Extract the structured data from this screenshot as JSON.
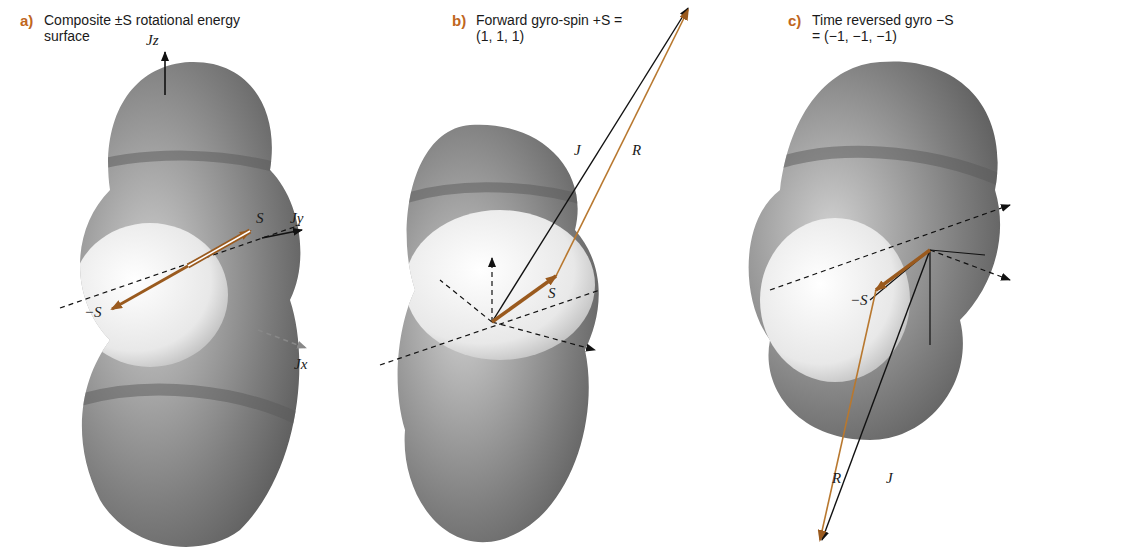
{
  "diagram": {
    "labels": [
      "a)",
      "Composite ±S rotational energy surface",
      "Jz",
      "Jy",
      "Jx",
      "S",
      "−S",
      "b)",
      "Forward gyro-spin +S = (1, 1, 1)",
      "J",
      "R",
      "S",
      "c)",
      "Time reversed gyro −S = (−1, −1, −1)",
      "−S",
      "R",
      "J"
    ]
  }
}
